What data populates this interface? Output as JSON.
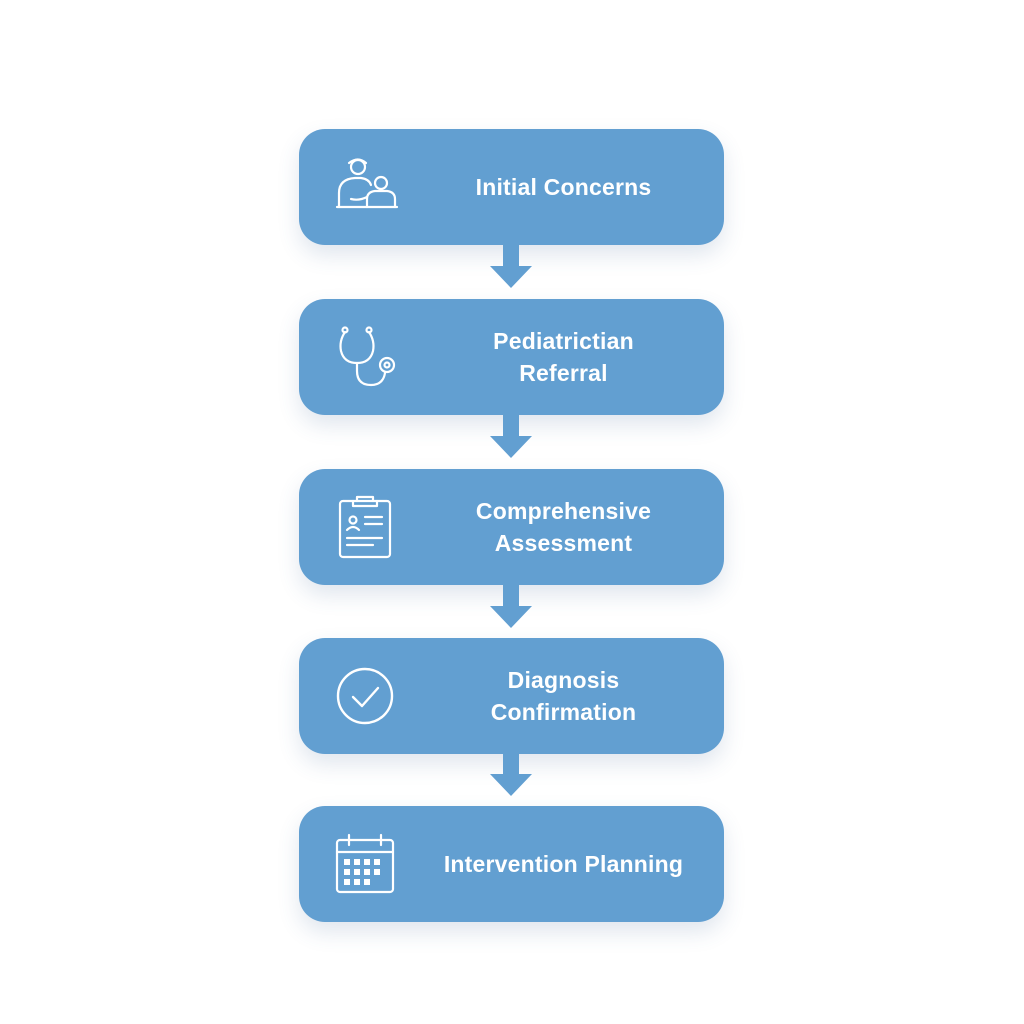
{
  "colors": {
    "box_fill": "#629fd1",
    "arrow_fill": "#629fd1",
    "icon_stroke": "#ffffff",
    "text": "#ffffff",
    "background": "#ffffff"
  },
  "steps": [
    {
      "label": "Initial Concerns",
      "icon": "parent-child-icon"
    },
    {
      "label": "Pediatrictian\nReferral",
      "icon": "stethoscope-icon"
    },
    {
      "label": "Comprehensive\nAssessment",
      "icon": "clipboard-icon"
    },
    {
      "label": "Diagnosis\nConfirmation",
      "icon": "check-circle-icon"
    },
    {
      "label": "Intervention Planning",
      "icon": "calendar-icon"
    }
  ]
}
